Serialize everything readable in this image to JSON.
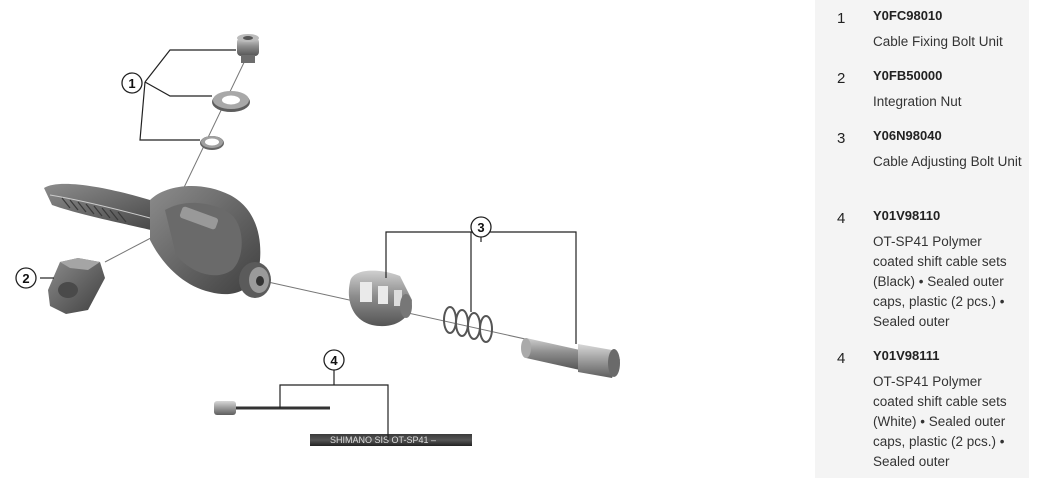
{
  "diagram": {
    "callouts": [
      "1",
      "2",
      "3",
      "4"
    ],
    "cable_print": "SHIMANO SIS   OT-SP41 –"
  },
  "parts": [
    {
      "num": "1",
      "code": "Y0FC98010",
      "desc": "Cable Fixing Bolt Unit"
    },
    {
      "num": "2",
      "code": "Y0FB50000",
      "desc": "Integration Nut"
    },
    {
      "num": "3",
      "code": "Y06N98040",
      "desc": "Cable Adjusting Bolt Unit"
    },
    {
      "num": "4",
      "code": "Y01V98110",
      "desc": "OT-SP41 Polymer coated shift cable sets (Black) • Sealed outer caps, plastic (2 pcs.) • Sealed outer"
    },
    {
      "num": "4",
      "code": "Y01V98111",
      "desc": "OT-SP41 Polymer coated shift cable sets (White) • Sealed outer caps, plastic (2 pcs.) • Sealed outer"
    }
  ],
  "colors": {
    "panel_bg": "#f4f4f4",
    "part_dark": "#5a5a5a",
    "part_mid": "#8a8a8a",
    "part_light": "#b8b8b8"
  }
}
